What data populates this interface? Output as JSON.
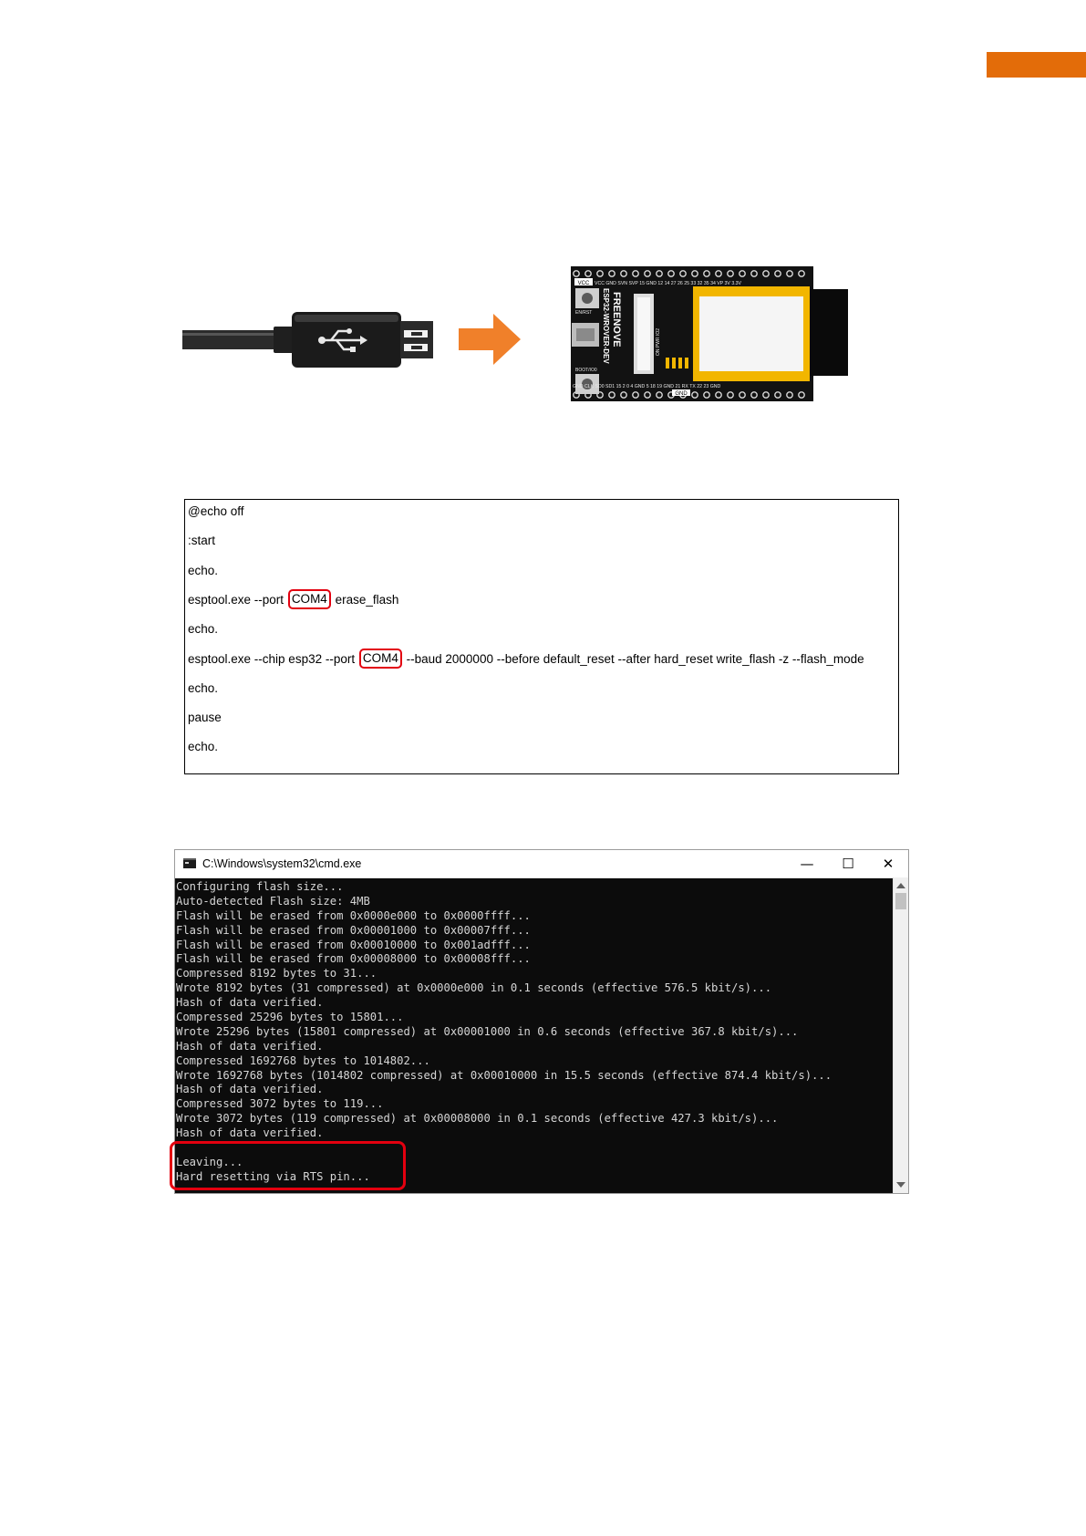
{
  "accent": {
    "orange": "#e36c09",
    "highlight_red": "#e3000f",
    "arrow_orange": "#f0802a"
  },
  "board": {
    "brand": "FREENOVE",
    "model": "ESP32-WROVER-DEV",
    "top_pins": "VCC GND SVN SVP 15 GND 12 14 27 26 25 33 32 35 34 VP 3V 3.3V",
    "bottom_pins": "GND CLK SD0 SD1 15 2 0 4 GND 5 18 19 GND 21 RX TX 22 23 GND",
    "btn_en": "EN/RST",
    "btn_boot": "BOOT/IO0",
    "side_labels": "ON PWR IO2",
    "gnd_label": "GND",
    "vcc_label": "VCC"
  },
  "script": {
    "lines": [
      {
        "parts": [
          "@echo off"
        ]
      },
      {
        "parts": [
          ":start"
        ]
      },
      {
        "parts": [
          "echo."
        ]
      },
      {
        "parts": [
          "esptool.exe --port ",
          "COM4",
          " erase_flash"
        ],
        "highlight": 1
      },
      {
        "parts": [
          "echo."
        ]
      },
      {
        "parts": [
          "esptool.exe --chip esp32 --port ",
          "COM4",
          " --baud 2000000 --before default_reset --after hard_reset write_flash -z --flash_mode"
        ],
        "highlight": 1
      },
      {
        "parts": [
          "echo."
        ]
      },
      {
        "parts": [
          "pause"
        ]
      },
      {
        "parts": [
          "echo."
        ]
      }
    ]
  },
  "cmd": {
    "title": "C:\\Windows\\system32\\cmd.exe",
    "minimize": "—",
    "maximize": "☐",
    "close": "✕",
    "output": [
      "Configuring flash size...",
      "Auto-detected Flash size: 4MB",
      "Flash will be erased from 0x0000e000 to 0x0000ffff...",
      "Flash will be erased from 0x00001000 to 0x00007fff...",
      "Flash will be erased from 0x00010000 to 0x001adfff...",
      "Flash will be erased from 0x00008000 to 0x00008fff...",
      "Compressed 8192 bytes to 31...",
      "Wrote 8192 bytes (31 compressed) at 0x0000e000 in 0.1 seconds (effective 576.5 kbit/s)...",
      "Hash of data verified.",
      "Compressed 25296 bytes to 15801...",
      "Wrote 25296 bytes (15801 compressed) at 0x00001000 in 0.6 seconds (effective 367.8 kbit/s)...",
      "Hash of data verified.",
      "Compressed 1692768 bytes to 1014802...",
      "Wrote 1692768 bytes (1014802 compressed) at 0x00010000 in 15.5 seconds (effective 874.4 kbit/s)...",
      "Hash of data verified.",
      "Compressed 3072 bytes to 119...",
      "Wrote 3072 bytes (119 compressed) at 0x00008000 in 0.1 seconds (effective 427.3 kbit/s)...",
      "Hash of data verified.",
      "",
      "Leaving...",
      "Hard resetting via RTS pin..."
    ]
  }
}
